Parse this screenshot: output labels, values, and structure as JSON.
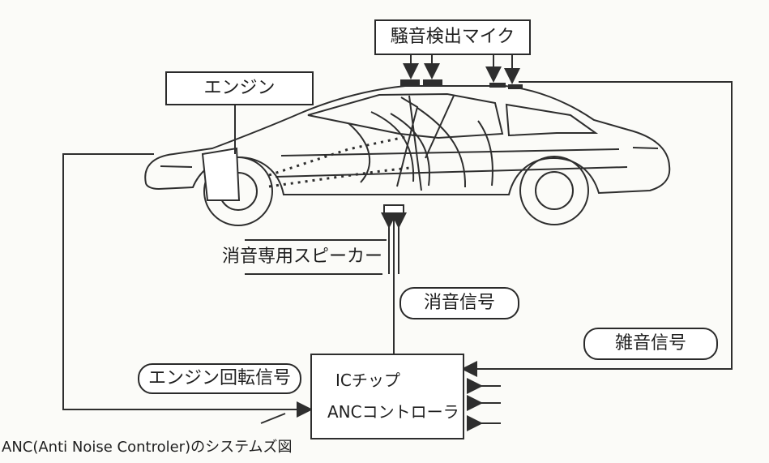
{
  "diagram": {
    "labels": {
      "microphones": "騒音検出マイク",
      "engine": "エンジン",
      "speaker": "消音専用スピーカー",
      "cancel_signal": "消音信号",
      "noise_signal": "雑音信号",
      "engine_rotation_signal": "エンジン回転信号",
      "ic_chip": "ICチップ",
      "anc_controller": "ANCコントローラ"
    },
    "caption": "ANC(Anti Noise Controler)のシステムズ図"
  },
  "colors": {
    "line": "#2e2e2e",
    "paper": "#fbfbf8",
    "box_fill": "#ffffff"
  }
}
